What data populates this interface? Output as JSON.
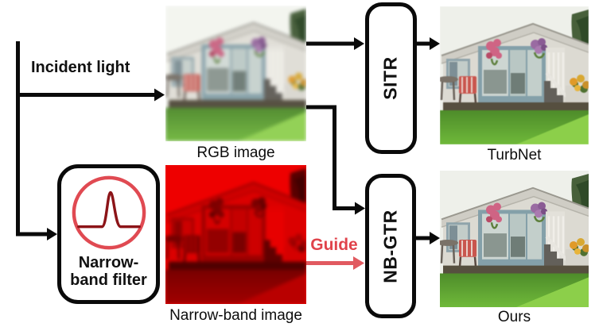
{
  "diagram": {
    "incident_light_label": "Incident light",
    "guide_label": "Guide",
    "boxes": {
      "sitr": "SITR",
      "nbgtr": "NB-GTR",
      "filter_line1": "Narrow-",
      "filter_line2": "band filter"
    },
    "images": [
      {
        "id": "rgb",
        "label": "RGB image"
      },
      {
        "id": "narrowband",
        "label": "Narrow-band image"
      },
      {
        "id": "turbnet",
        "label": "TurbNet"
      },
      {
        "id": "ours",
        "label": "Ours"
      }
    ],
    "icons": [
      {
        "name": "narrow-band-filter-icon",
        "description": "circle with narrow spectral peak curve"
      }
    ],
    "colors": {
      "arrow_black": "#0a0a0a",
      "guide_text_red": "#e0434b",
      "guide_arrow_red": "#e15a60",
      "filter_circle_red": "#e04a52",
      "filter_curve_dark_red": "#8c1418",
      "narrowband_tint_red": "#ee0000"
    }
  }
}
